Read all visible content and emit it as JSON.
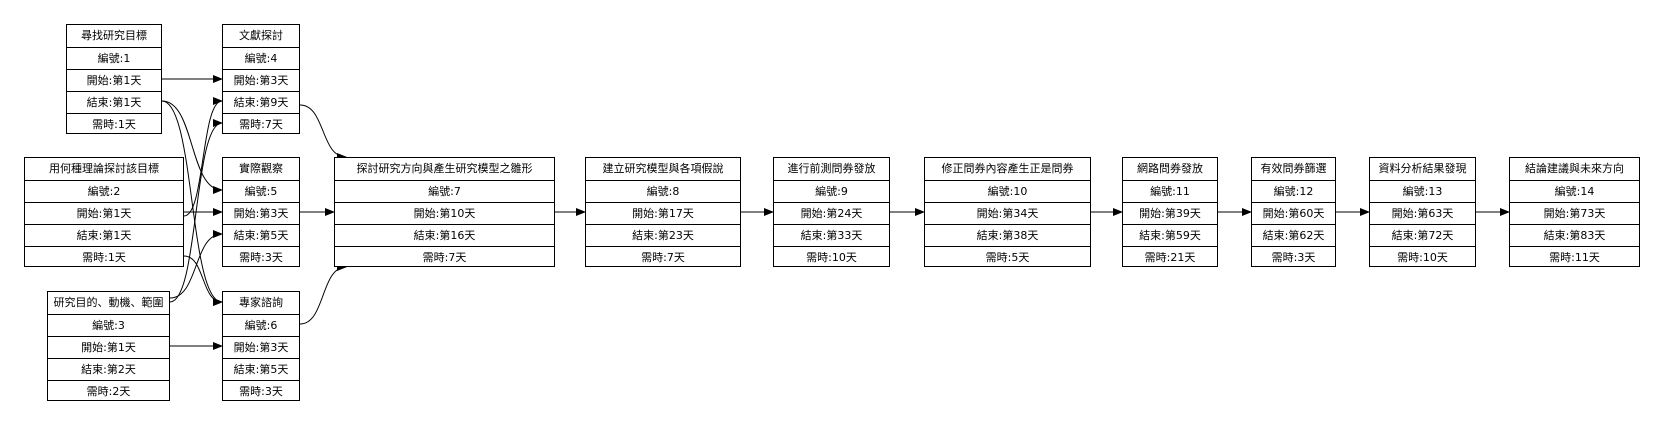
{
  "labels": {
    "id": "編號",
    "start": "開始",
    "end": "結束",
    "duration": "需時"
  },
  "tasks": [
    {
      "title": "尋找研究目標",
      "id": "1",
      "start": "第1天",
      "end": "第1天",
      "duration": "1天"
    },
    {
      "title": "用何種理論探討該目標",
      "id": "2",
      "start": "第1天",
      "end": "第1天",
      "duration": "1天"
    },
    {
      "title": "研究目的、動機、範圍",
      "id": "3",
      "start": "第1天",
      "end": "第2天",
      "duration": "2天"
    },
    {
      "title": "文獻探討",
      "id": "4",
      "start": "第3天",
      "end": "第9天",
      "duration": "7天"
    },
    {
      "title": "實際觀察",
      "id": "5",
      "start": "第3天",
      "end": "第5天",
      "duration": "3天"
    },
    {
      "title": "專家諮詢",
      "id": "6",
      "start": "第3天",
      "end": "第5天",
      "duration": "3天"
    },
    {
      "title": "探討研究方向與產生研究模型之雛形",
      "id": "7",
      "start": "第10天",
      "end": "第16天",
      "duration": "7天"
    },
    {
      "title": "建立研究模型與各項假說",
      "id": "8",
      "start": "第17天",
      "end": "第23天",
      "duration": "7天"
    },
    {
      "title": "進行前測問券發放",
      "id": "9",
      "start": "第24天",
      "end": "第33天",
      "duration": "10天"
    },
    {
      "title": "修正問券內容產生正是問券",
      "id": "10",
      "start": "第34天",
      "end": "第38天",
      "duration": "5天"
    },
    {
      "title": "網路問券發放",
      "id": "11",
      "start": "第39天",
      "end": "第59天",
      "duration": "21天"
    },
    {
      "title": "有效問券篩選",
      "id": "12",
      "start": "第60天",
      "end": "第62天",
      "duration": "3天"
    },
    {
      "title": "資料分析結果發現",
      "id": "13",
      "start": "第63天",
      "end": "第72天",
      "duration": "10天"
    },
    {
      "title": "結論建議與未來方向",
      "id": "14",
      "start": "第73天",
      "end": "第83天",
      "duration": "11天"
    }
  ],
  "edges": [
    [
      "1",
      "4"
    ],
    [
      "1",
      "5"
    ],
    [
      "1",
      "6"
    ],
    [
      "2",
      "4"
    ],
    [
      "2",
      "5"
    ],
    [
      "2",
      "6"
    ],
    [
      "3",
      "4"
    ],
    [
      "3",
      "5"
    ],
    [
      "3",
      "6"
    ],
    [
      "4",
      "7"
    ],
    [
      "5",
      "7"
    ],
    [
      "6",
      "7"
    ],
    [
      "7",
      "8"
    ],
    [
      "8",
      "9"
    ],
    [
      "9",
      "10"
    ],
    [
      "10",
      "11"
    ],
    [
      "11",
      "12"
    ],
    [
      "12",
      "13"
    ],
    [
      "13",
      "14"
    ]
  ]
}
